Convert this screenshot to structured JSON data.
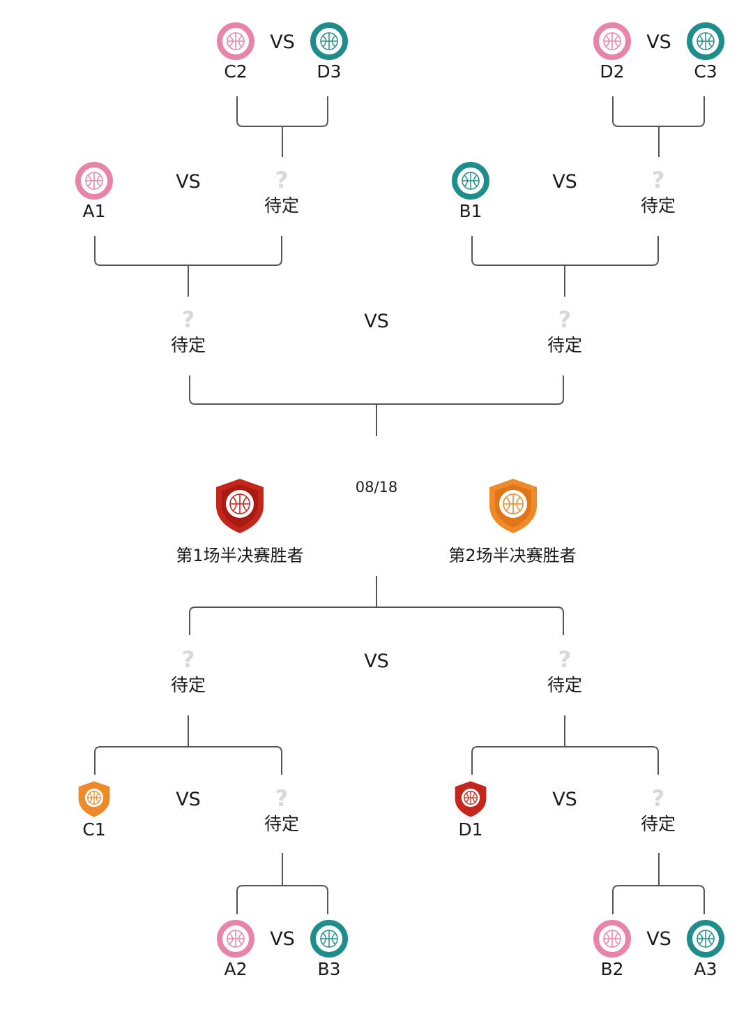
{
  "colors": {
    "pink": "#e784a8",
    "teal": "#1f8d8b",
    "red_shield": "#c4261c",
    "orange_shield": "#ef8a2b",
    "line": "#555555",
    "placeholder": "#d8d8d8"
  },
  "vs_text": "VS",
  "tbd_text": "待定",
  "qmark": "?",
  "top_half": {
    "left_qualifier": {
      "team1": "C2",
      "team2": "D3"
    },
    "right_qualifier": {
      "team1": "D2",
      "team2": "C3"
    },
    "left_quarter": {
      "seed": "A1",
      "opponent": "待定"
    },
    "right_quarter": {
      "seed": "B1",
      "opponent": "待定"
    },
    "semifinal": {
      "team1": "待定",
      "team2": "待定"
    }
  },
  "final": {
    "date": "08/18",
    "left_label": "第1场半决赛胜者",
    "right_label": "第2场半决赛胜者"
  },
  "bottom_half": {
    "semifinal": {
      "team1": "待定",
      "team2": "待定"
    },
    "left_quarter": {
      "seed": "C1",
      "opponent": "待定"
    },
    "right_quarter": {
      "seed": "D1",
      "opponent": "待定"
    },
    "left_qualifier": {
      "team1": "A2",
      "team2": "B3"
    },
    "right_qualifier": {
      "team1": "B2",
      "team2": "A3"
    }
  },
  "icons": {
    "team_ball": "basketball-icon",
    "final_left": "red-shield-basketball-icon",
    "final_right": "orange-shield-basketball-icon",
    "pending": "question-mark-icon"
  }
}
